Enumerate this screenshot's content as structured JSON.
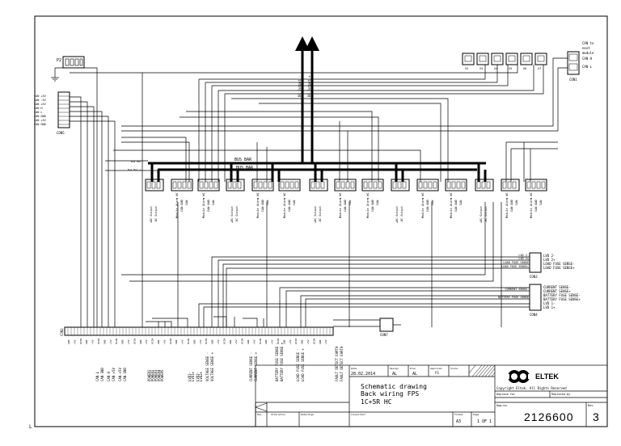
{
  "title_block": {
    "date_label": "Date",
    "date_value": "28.02.2014",
    "design_label": "Design",
    "design_value": "AL",
    "drawn_label": "Drwn",
    "drawn_value": "AL",
    "approved_label": "Approved",
    "approved_value": "FS",
    "scale_label": "Scale",
    "title_line1": "Schematic drawing",
    "title_line2": "Back wiring FPS",
    "title_line3": "1C+5R HC",
    "format_label": "Format",
    "format_value": "A3",
    "page_label": "Page",
    "page_value": "1 OF 1",
    "consultant_label": "Consultant",
    "rev_col_label": "Rev.",
    "change_col_label": "Alteration",
    "date_col_label": "Date/Sign",
    "company_name": "ELTEK",
    "copyright": "Copyright Eltek. All Rights Reserved",
    "replace_for_label": "Replace for",
    "replaced_by_label": "Replaced by",
    "drawing_no_label": "Dwg.no.",
    "drawing_no": "2126600",
    "rev_label": "Rev.",
    "rev_value": "3"
  },
  "labels": {
    "bus_bar": "BUS BAR",
    "dc_minus": "DC Output -",
    "dc_plus": "DC Output +",
    "can_next_1": "CAN to",
    "can_next_2": "next",
    "can_next_3": "module",
    "can_h": "CAN H",
    "can_l": "CAN L",
    "con1": "CON1",
    "con2": "CON2",
    "con3": "CON3",
    "con4": "CON4",
    "con5": "CON5",
    "con7": "CON7",
    "p2": "P2",
    "bus_bar_minus": "Bus Bar -",
    "bus_bar_plus": "Bus Bar +",
    "module_dc_plus": "+DC Output",
    "module_dc_minus": "-DC Output",
    "module_alarm": "Module Alarm NC",
    "module_can_gnd": "CAN GND",
    "module_can": "CAN",
    "x_terminals": [
      "X2",
      "X3",
      "X4",
      "X5",
      "X6",
      "X7"
    ],
    "con5_pins": [
      "CAN +5V",
      "CAN -5V",
      "CAN +5V",
      "CAN H",
      "CAN L",
      "CAN GND",
      "CAN +5V",
      "CAN GND"
    ],
    "con3_pins": [
      "LVD 2-",
      "LVD 2+",
      "LOAD FUSE SENSE-",
      "LOAD FUSE SENSE+"
    ],
    "con4_pins": [
      "CURRENT SENSE-",
      "CURRENT SENSE+",
      "BATTERY FUSE SENSE-",
      "BATTERY FUSE SENSE+",
      "LVD 1-",
      "LVD 1+"
    ],
    "con3_wire_labels": [
      "LVD 2-",
      "LVD 2+",
      "LOAD FUSE SENSE",
      "LOAD FUSE SENSE+"
    ],
    "con4_wire_labels": [
      "CURRENT SENSE-",
      "BATTERY FUSE SENSE"
    ],
    "bottom_groups": [
      "CAN L",
      "CAN GND",
      "CAN H",
      "CAN +5V",
      "CAN +5V",
      "CAN GND",
      "POWER1",
      "POWER2",
      "POWER3",
      "POWER4",
      "POWER5",
      "LVD1-",
      "LVD1+",
      "LVD2-",
      "LVD2+",
      "VOLTAGE SENSE -",
      "VOLTAGE SENSE +",
      "CURRENT SENSE -",
      "CURRENT SENSE +",
      "BATTERY FUSE SENSE -",
      "BATTERY FUSE SENSE +",
      "LOAD FUSE SENSE -",
      "LOAD FUSE SENSE +",
      "FAULT DETECT EARTH",
      "FAULT DETECT EARTH"
    ],
    "bottom_small": [
      "GND",
      "+5V",
      "DCIN"
    ]
  }
}
